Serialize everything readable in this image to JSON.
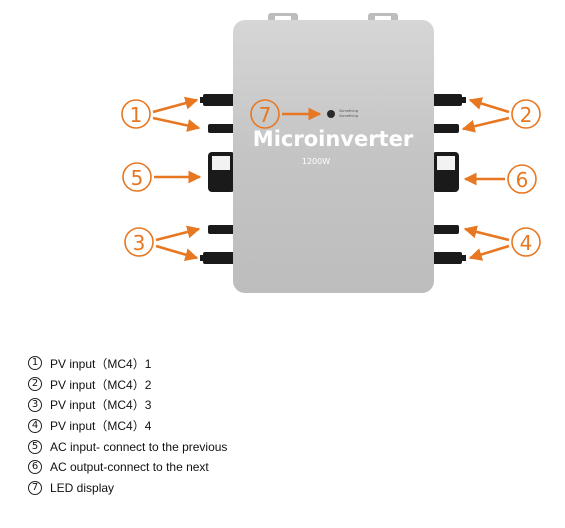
{
  "device": {
    "title": "Microinverter",
    "model": "1200W",
    "led_caption_line1": "Something",
    "led_caption_line2": "Something"
  },
  "callouts": [
    {
      "num": "1"
    },
    {
      "num": "2"
    },
    {
      "num": "3"
    },
    {
      "num": "4"
    },
    {
      "num": "5"
    },
    {
      "num": "6"
    },
    {
      "num": "7"
    }
  ],
  "legend": [
    {
      "num": "1",
      "text": "PV input（MC4）1"
    },
    {
      "num": "2",
      "text": "PV input（MC4）2"
    },
    {
      "num": "3",
      "text": "PV input（MC4）3"
    },
    {
      "num": "4",
      "text": "PV input（MC4）4"
    },
    {
      "num": "5",
      "text": "AC input- connect to the previous"
    },
    {
      "num": "6",
      "text": "AC output-connect to the next"
    },
    {
      "num": "7",
      "text": "LED display"
    }
  ],
  "colors": {
    "accent": "#E87722",
    "body": "#c9c9c9",
    "connector": "#1a1a1a"
  }
}
